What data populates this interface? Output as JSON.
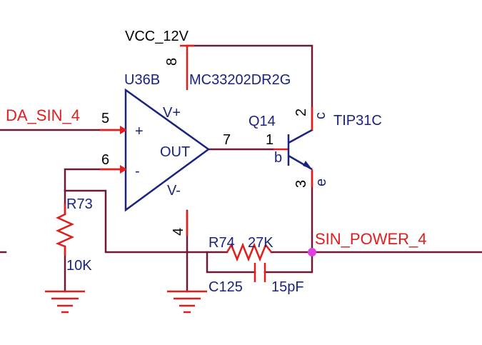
{
  "nets": {
    "vcc": "VCC_12V",
    "input": "DA_SIN_4",
    "output": "SIN_POWER_4"
  },
  "opamp": {
    "ref": "U36B",
    "part": "MC33202DR2G",
    "plus": "+",
    "minus": "-",
    "out": "OUT",
    "vplus": "V+",
    "vminus": "V-",
    "pin_in_plus": "5",
    "pin_in_minus": "6",
    "pin_out": "7",
    "pin_vplus": "8",
    "pin_vminus": "4"
  },
  "transistor": {
    "ref": "Q14",
    "part": "TIP31C",
    "pin_base": "1",
    "pin_collector": "2",
    "pin_emitter": "3",
    "base": "b",
    "collector": "c",
    "emitter": "e"
  },
  "r73": {
    "ref": "R73",
    "value": "10K"
  },
  "r74": {
    "ref": "R74",
    "value": "27K"
  },
  "c125": {
    "ref": "C125",
    "value": "15pF"
  },
  "colors": {
    "wire": "#6d1a35",
    "pin": "#e31c1c",
    "component": "#1a237e",
    "junction": "#e040e0"
  }
}
